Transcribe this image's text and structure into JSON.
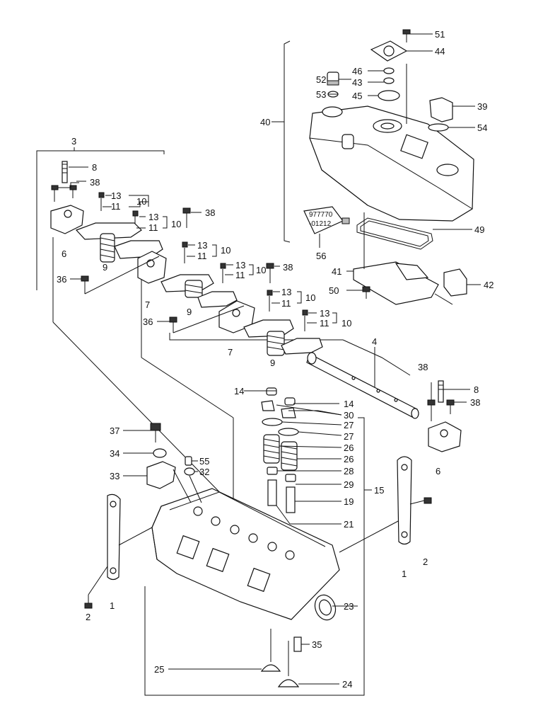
{
  "labels": {
    "p1": "1",
    "p1b": "1",
    "p2": "2",
    "p2b": "2",
    "p3": "3",
    "p4": "4",
    "p6": "6",
    "p6b": "6",
    "p7": "7",
    "p7b": "7",
    "p8": "8",
    "p8b": "8",
    "p9": "9",
    "p9b": "9",
    "p9c": "9",
    "p10": "10",
    "p10b": "10",
    "p10c": "10",
    "p10d": "10",
    "p10e": "10",
    "p10f": "10",
    "p11": "11",
    "p11b": "11",
    "p11c": "11",
    "p11d": "11",
    "p11e": "11",
    "p11f": "11",
    "p13": "13",
    "p13b": "13",
    "p13c": "13",
    "p13d": "13",
    "p13e": "13",
    "p13f": "13",
    "p14": "14",
    "p14b": "14",
    "p15": "15",
    "p19": "19",
    "p21": "21",
    "p23": "23",
    "p24": "24",
    "p25": "25",
    "p26": "26",
    "p26b": "26",
    "p27": "27",
    "p27b": "27",
    "p28": "28",
    "p29": "29",
    "p30": "30",
    "p32": "32",
    "p33": "33",
    "p34": "34",
    "p35": "35",
    "p36": "36",
    "p36b": "36",
    "p37": "37",
    "p38": "38",
    "p38b": "38",
    "p38c": "38",
    "p38d": "38",
    "p38e": "38",
    "p39": "39",
    "p40": "40",
    "p41": "41",
    "p42": "42",
    "p43": "43",
    "p44": "44",
    "p45": "45",
    "p46": "46",
    "p49": "49",
    "p50": "50",
    "p51": "51",
    "p52": "52",
    "p53": "53",
    "p54": "54",
    "p55": "55",
    "p56": "56"
  },
  "tube_label": {
    "line1": "977770",
    "line2": "-01212"
  }
}
